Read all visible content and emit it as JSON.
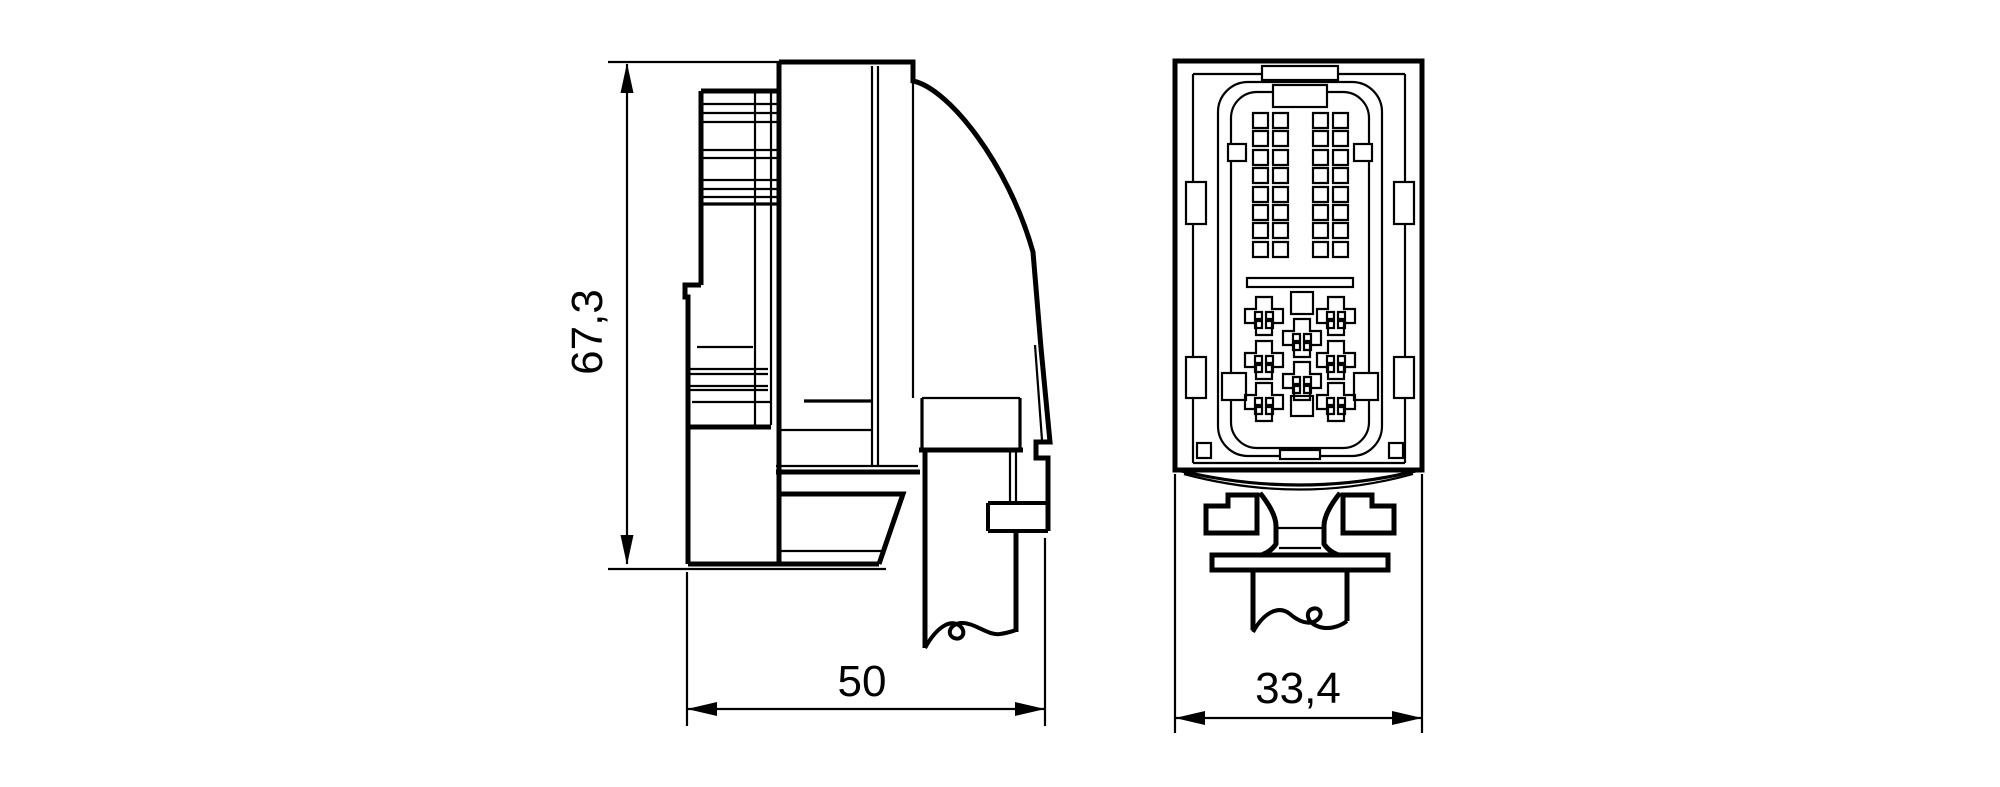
{
  "page": {
    "background_color": "#ffffff",
    "line_color": "#000000",
    "description": "Technical dimension drawing of a rectangular heavy-duty multi-pin connector with cable outlet: side view (left) and mating-face front view (right)"
  },
  "side_view": {
    "height_dimension_label": "67,3",
    "width_dimension_label": "50"
  },
  "front_view": {
    "width_dimension_label": "33,4",
    "signal_pin_columns": 4,
    "signal_pin_rows": 8,
    "power_contact_count": 8
  }
}
